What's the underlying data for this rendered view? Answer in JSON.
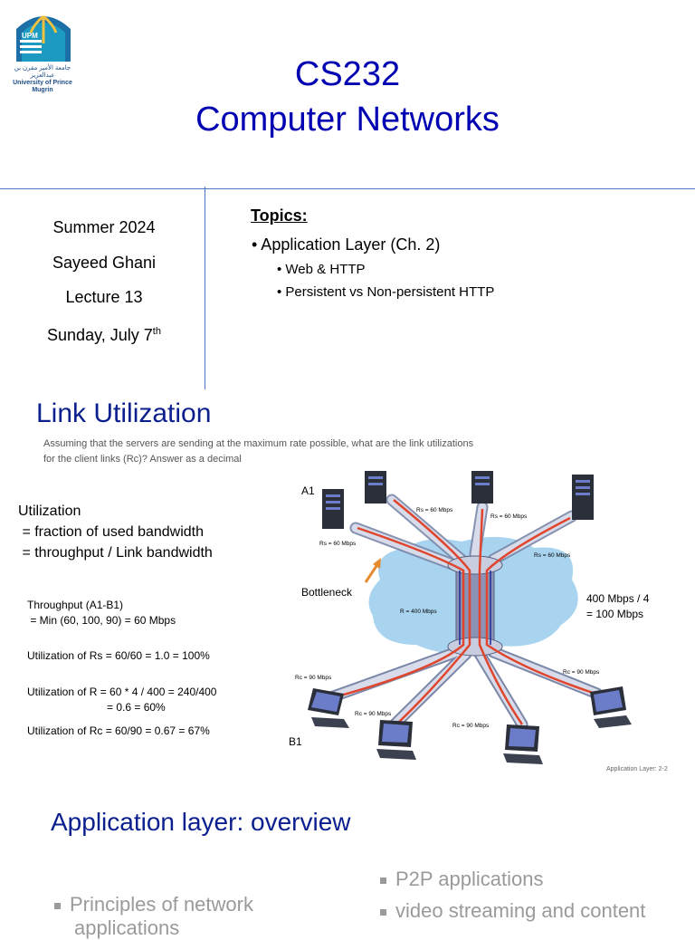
{
  "slide1": {
    "logo_text": "UPM",
    "logo_arabic": "جامعة الأمير مقرن بن عبدالعزيز",
    "logo_english": "University of Prince Mugrin",
    "title_line1": "CS232",
    "title_line2": "Computer Networks",
    "term": "Summer 2024",
    "instructor": "Sayeed Ghani",
    "lecture": "Lecture 13",
    "date": "Sunday, July 7",
    "date_sup": "th",
    "topics_heading": "Topics:",
    "topic_main": "• Application Layer (Ch. 2)",
    "subtopics": [
      "•  Web & HTTP",
      "•  Persistent vs Non-persistent HTTP"
    ]
  },
  "slide2": {
    "title": "Link Utilization",
    "question_line1": "Assuming that the servers are sending at the maximum rate possible, what are the link utilizations",
    "question_line2": "for the client links (Rc)? Answer as a decimal",
    "util_lines": [
      "Utilization",
      " = fraction of used bandwidth",
      " = throughput / Link bandwidth"
    ],
    "calc": [
      "Throughput (A1-B1)",
      " = Min (60, 100, 90) = 60 Mbps",
      "Utilization of Rs = 60/60 = 1.0 = 100%",
      "Utilization of R = 60 * 4 / 400 = 240/400",
      "= 0.6 = 60%",
      "Utilization of Rc = 60/90 = 0.67 = 67%"
    ],
    "diagram": {
      "a1": "A1",
      "b1": "B1",
      "bottleneck": "Bottleneck",
      "note_line1": "400 Mbps / 4",
      "note_line2": "= 100 Mbps",
      "r_label": "R = 400 Mbps",
      "rs_label": "Rs = 60 Mbps",
      "rc_label": "Rc = 90 Mbps"
    },
    "footer": "Application Layer: 2-2"
  },
  "slide3": {
    "title": "Application layer: overview",
    "bullet_left": "Principles of network",
    "bullet_left2": "applications",
    "bullet_right1": "P2P applications",
    "bullet_right2": "video streaming and content"
  },
  "colors": {
    "title_blue": "#0000b3",
    "heading_blue": "#0b1f8f",
    "rule_blue": "#4a78c2",
    "cloud": "#a9d4f0",
    "link_red": "#e0452e"
  }
}
